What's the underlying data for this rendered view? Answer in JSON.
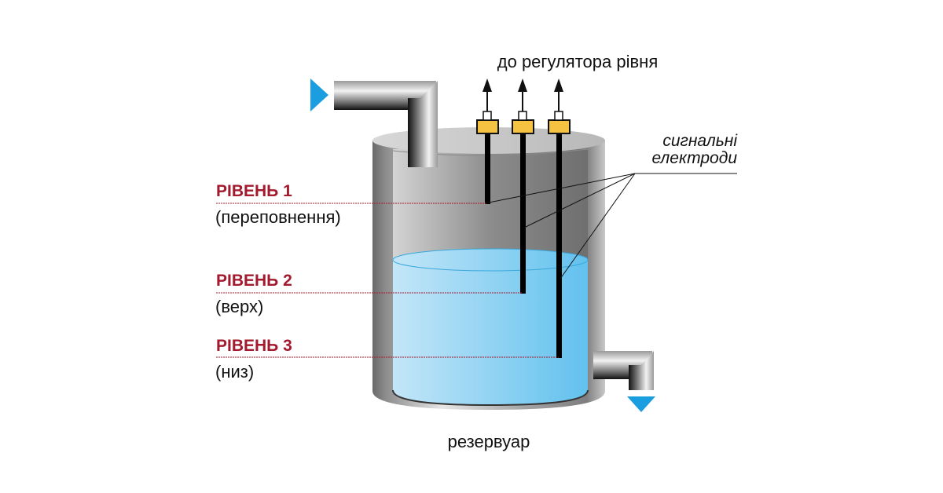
{
  "title": "до регулятора рівня",
  "electrodes_label": [
    "сигнальні",
    "електроди"
  ],
  "tank_label": "резервуар",
  "levels": [
    {
      "name": "РІВЕНЬ 1",
      "desc": "(переповнення)"
    },
    {
      "name": "РІВЕНЬ 2",
      "desc": "(верх)"
    },
    {
      "name": "РІВЕНЬ 3",
      "desc": "(низ)"
    }
  ],
  "icons": {
    "inlet": "inlet-arrow-icon",
    "outlet": "outlet-arrow-icon",
    "signal": "signal-arrow-icon"
  },
  "colors": {
    "level_text": "#a3192e",
    "water": "#7ccaf0",
    "flow_arrow": "#1a9ee0",
    "connector": "#f5c242"
  }
}
